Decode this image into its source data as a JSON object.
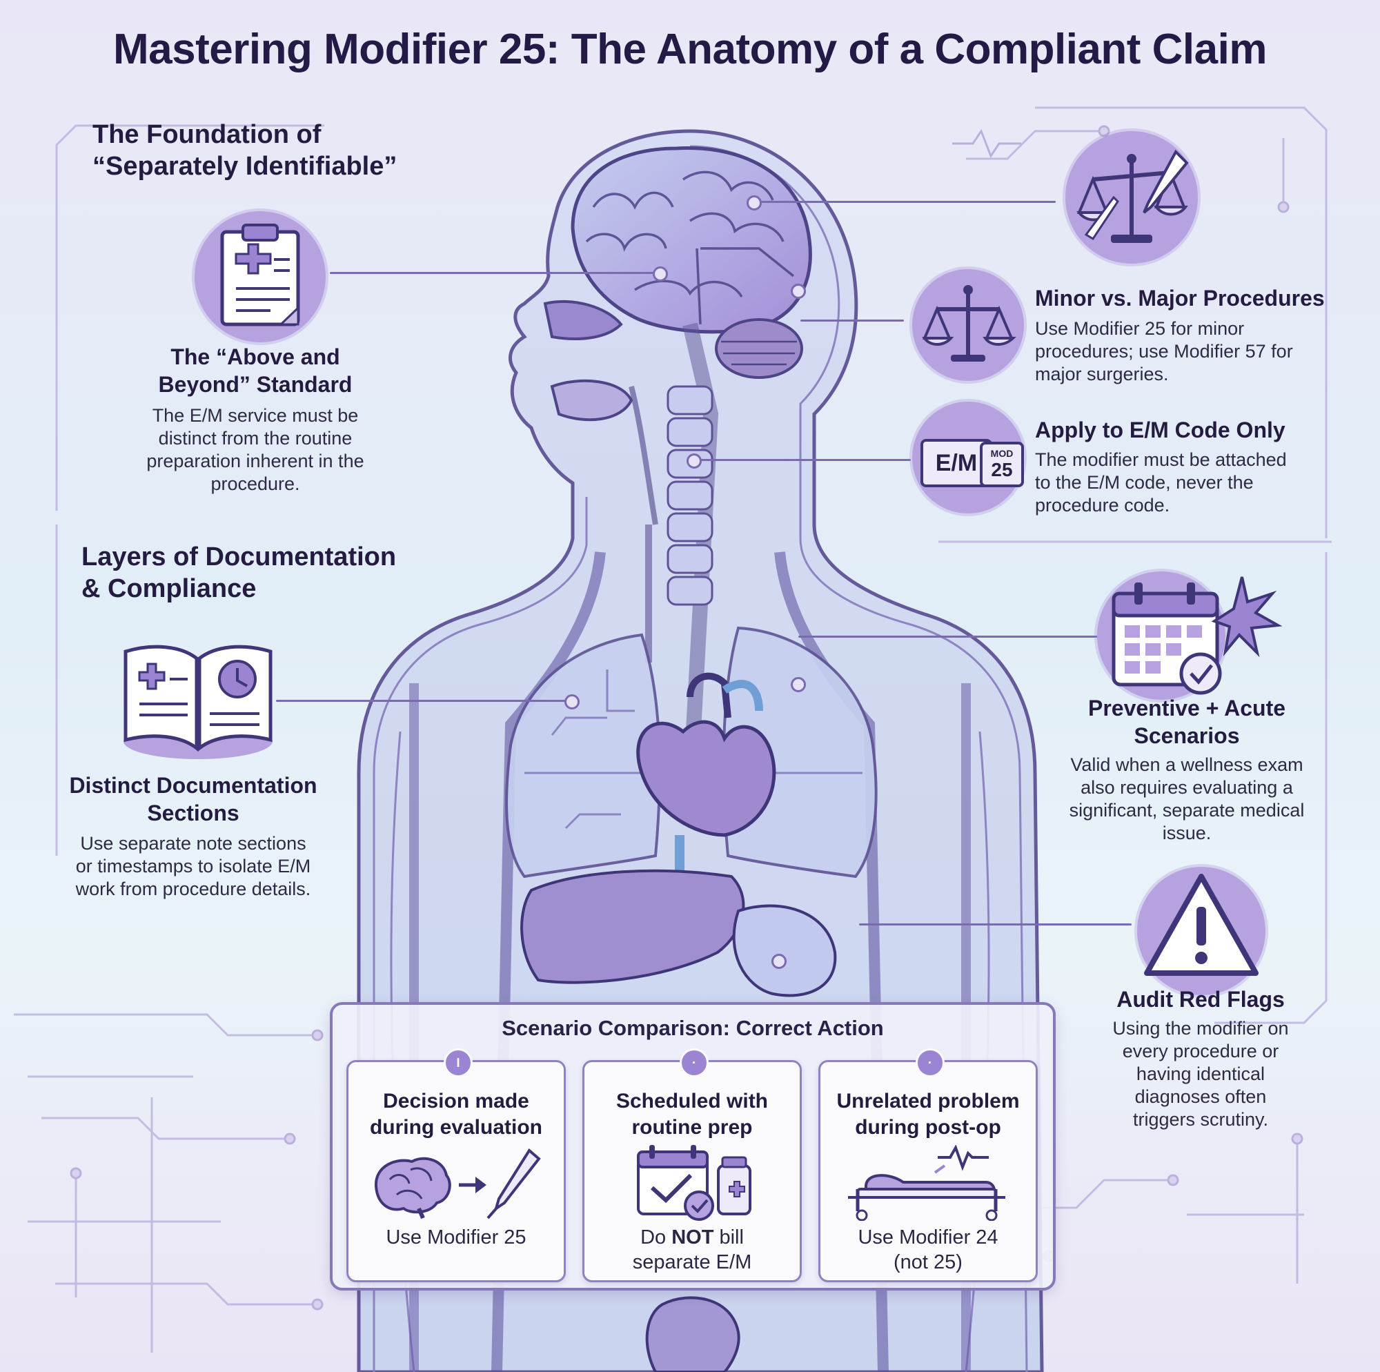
{
  "title": "Mastering Modifier 25: The Anatomy of a Compliant Claim",
  "left": {
    "section1": {
      "heading_line1": "The Foundation of",
      "heading_line2": "“Separately Identifiable”",
      "item": {
        "icon": "clipboard-icon",
        "title_line1": "The “Above and",
        "title_line2": "Beyond” Standard",
        "body_lines": [
          "The E/M service must be",
          "distinct from the routine",
          "preparation inherent in the",
          "procedure."
        ]
      }
    },
    "section2": {
      "heading_line1": "Layers of Documentation",
      "heading_line2": "& Compliance",
      "item": {
        "icon": "open-book-clock-icon",
        "title_line1": "Distinct Documentation",
        "title_line2": "Sections",
        "body_lines": [
          "Use separate note sections",
          "or timestamps to isolate E/M",
          "work from procedure details."
        ]
      }
    }
  },
  "right": {
    "top_icon": "scales-scalpel-icon",
    "minor_major": {
      "icon": "scales-icon",
      "title": "Minor vs. Major Procedures",
      "body_lines": [
        "Use Modifier 25 for minor",
        "procedures; use Modifier 57 for",
        "major surgeries."
      ]
    },
    "apply_em": {
      "icon": "em-code-icon",
      "icon_text": "E/M",
      "tag_line1": "MOD",
      "tag_line2": "25",
      "title": "Apply to E/M Code Only",
      "body_lines": [
        "The modifier must be attached",
        "to the E/M code, never the",
        "procedure code."
      ]
    },
    "preventive": {
      "icon": "calendar-alert-icon",
      "title_line1": "Preventive + Acute",
      "title_line2": "Scenarios",
      "body_lines": [
        "Valid when a wellness exam",
        "also requires evaluating a",
        "significant, separate medical",
        "issue."
      ]
    },
    "audit": {
      "icon": "warning-triangle-icon",
      "title": "Audit Red Flags",
      "body_lines": [
        "Using the modifier on",
        "every procedure or",
        "having identical",
        "diagnoses often",
        "triggers scrutiny."
      ]
    }
  },
  "panel": {
    "title": "Scenario Comparison: Correct Action",
    "cards": [
      {
        "badge": "I",
        "head_line1": "Decision made",
        "head_line2": "during evaluation",
        "icon": "brain-to-scalpel-icon",
        "foot_line1": "Use Modifier 25",
        "foot_line2": ""
      },
      {
        "badge": "·",
        "head_line1": "Scheduled with",
        "head_line2": "routine prep",
        "icon": "calendar-check-medicine-icon",
        "foot_line1_pre": "Do ",
        "foot_line1_strong": "NOT",
        "foot_line1_post": " bill",
        "foot_line2": "separate E/M"
      },
      {
        "badge": "·",
        "head_line1": "Unrelated problem",
        "head_line2": "during post-op",
        "icon": "hospital-bed-icon",
        "foot_line1": "Use Modifier 24",
        "foot_line2": "(not 25)"
      }
    ]
  },
  "colors": {
    "accent": "#9b85d2",
    "dark_text": "#241c40",
    "line": "#7a6ab0"
  }
}
